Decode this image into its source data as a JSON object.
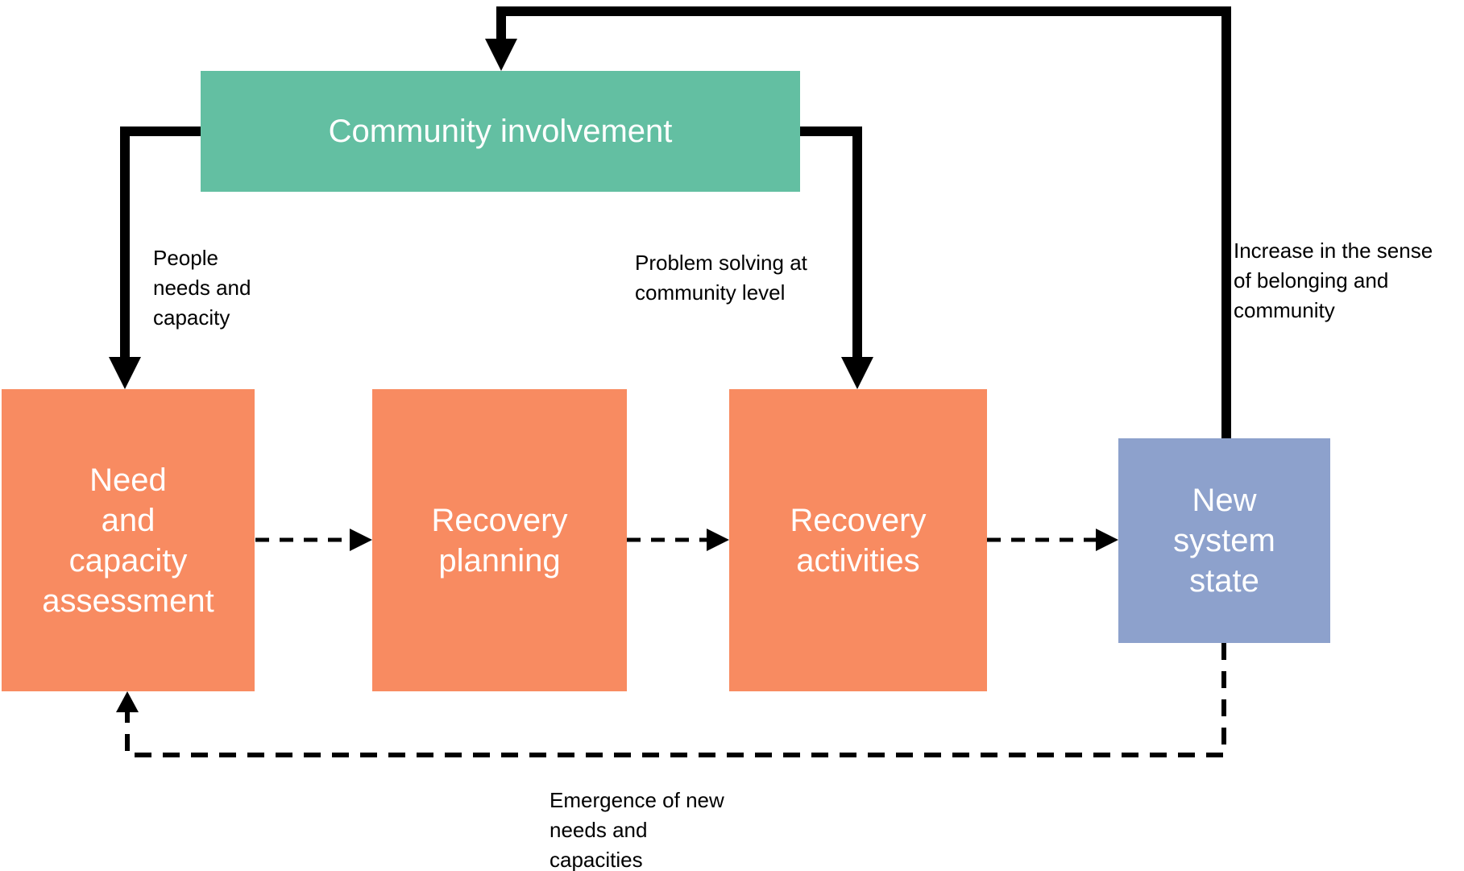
{
  "colors": {
    "community_green": "#63BFA2",
    "process_orange": "#F88B61",
    "state_blue": "#8DA1CC",
    "arrow_black": "#000000",
    "node_text": "#FFFFFF",
    "label_text": "#000000",
    "background": "#FFFFFF"
  },
  "nodes": {
    "community_involvement": {
      "label": "Community involvement",
      "color": "#63BFA2"
    },
    "need_and_capacity_assessment": {
      "lines": [
        "Need",
        "and",
        "capacity",
        "assessment"
      ],
      "color": "#F88B61"
    },
    "recovery_planning": {
      "lines": [
        "Recovery",
        "planning"
      ],
      "color": "#F88B61"
    },
    "recovery_activities": {
      "lines": [
        "Recovery",
        "activities"
      ],
      "color": "#F88B61"
    },
    "new_system_state": {
      "lines": [
        "New",
        "system",
        "state"
      ],
      "color": "#8DA1CC"
    }
  },
  "edge_labels": {
    "people_needs_and_capacity": [
      "People",
      "needs and",
      "capacity"
    ],
    "problem_solving_at_community_level": [
      "Problem solving at",
      "community level"
    ],
    "increase_sense_of_belonging": [
      "Increase in the sense",
      "of belonging and",
      "community"
    ],
    "emergence_of_new_needs": [
      "Emergence of new",
      "needs and",
      "capacities"
    ]
  },
  "edges": [
    {
      "from": "community_involvement",
      "to": "need_and_capacity_assessment",
      "style": "solid-thick",
      "label": "People needs and capacity"
    },
    {
      "from": "community_involvement",
      "to": "recovery_activities",
      "style": "solid-thick",
      "label": "Problem solving at community level"
    },
    {
      "from": "new_system_state",
      "to": "community_involvement",
      "style": "solid-thick",
      "label": "Increase in the sense of belonging and community"
    },
    {
      "from": "need_and_capacity_assessment",
      "to": "recovery_planning",
      "style": "dashed"
    },
    {
      "from": "recovery_planning",
      "to": "recovery_activities",
      "style": "dashed"
    },
    {
      "from": "recovery_activities",
      "to": "new_system_state",
      "style": "dashed"
    },
    {
      "from": "new_system_state",
      "to": "need_and_capacity_assessment",
      "style": "dashed",
      "label": "Emergence of new needs and capacities"
    }
  ]
}
